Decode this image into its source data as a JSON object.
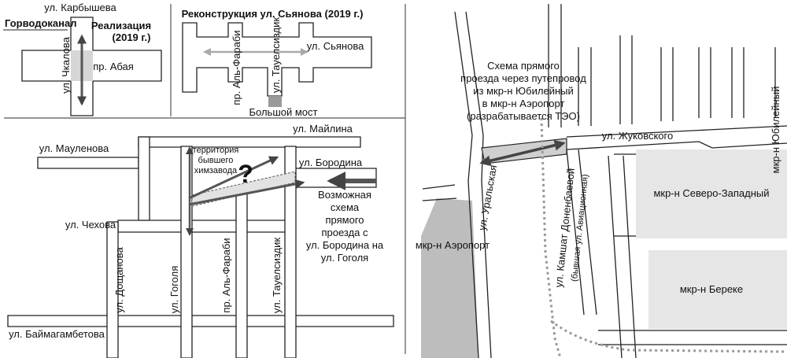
{
  "panel1": {
    "title_line1": "Реализация",
    "title_line2": "(2019 г.)",
    "street_karbysheva": "ул. Карбышева",
    "gorvodokanal": "Горводоканал",
    "street_abaya": "пр. Абая",
    "street_chkalova": "ул. Чкалова"
  },
  "panel2": {
    "title": "Реконструкция ул. Сьянова (2019 г.)",
    "street_syanova": "ул. Сьянова",
    "street_al_farabi": "пр. Аль-Фараби",
    "street_tauelsizdik": "ул. Тауелсиздик",
    "big_bridge": "Большой мост"
  },
  "panel3": {
    "question": "?",
    "street_mailina": "ул. Майлина",
    "street_maulenova": "ул. Мауленова",
    "street_borodina": "ул. Бородина",
    "street_chekhova": "ул. Чехова",
    "street_baimagambetova": "ул. Баймагамбетова",
    "street_doshchanova": "ул. Дощанова",
    "street_gogolya": "ул. Гоголя",
    "street_al_farabi": "пр. Аль-Фараби",
    "street_tauelsizdik": "ул. Тауелсиздик",
    "plant_line1": "территория",
    "plant_line2": "бывшего",
    "plant_line3": "химзавода",
    "possible_line1": "Возможная",
    "possible_line2": "схема",
    "possible_line3": "прямого",
    "possible_line4": "проезда с",
    "possible_line5": "ул. Бородина на",
    "possible_line6": "ул. Гоголя",
    "possible_line7": ""
  },
  "panel4": {
    "scheme_line1": "Схема прямого",
    "scheme_line2": "проезда  через путепровод",
    "scheme_line3": "из мкр-н Юбилейный",
    "scheme_line4": "в мкр-н Аэропорт",
    "scheme_line5": "(разрабатывается ТЭО)",
    "street_zhukovskogo": "ул. Жуковского",
    "district_yubileiny": "мкр-н Юбилейный",
    "district_severo_zapadny": "мкр-н Северо-Западный",
    "district_bereke": "мкр-н Береке",
    "district_airport": "мкр-н Аэропорт",
    "street_uralskaya": "ул. Уральская",
    "street_kamshat": "ул. Камшат Доненбаевой",
    "street_aviatsionnaya": "(бывшая ул. Авиационная)"
  }
}
